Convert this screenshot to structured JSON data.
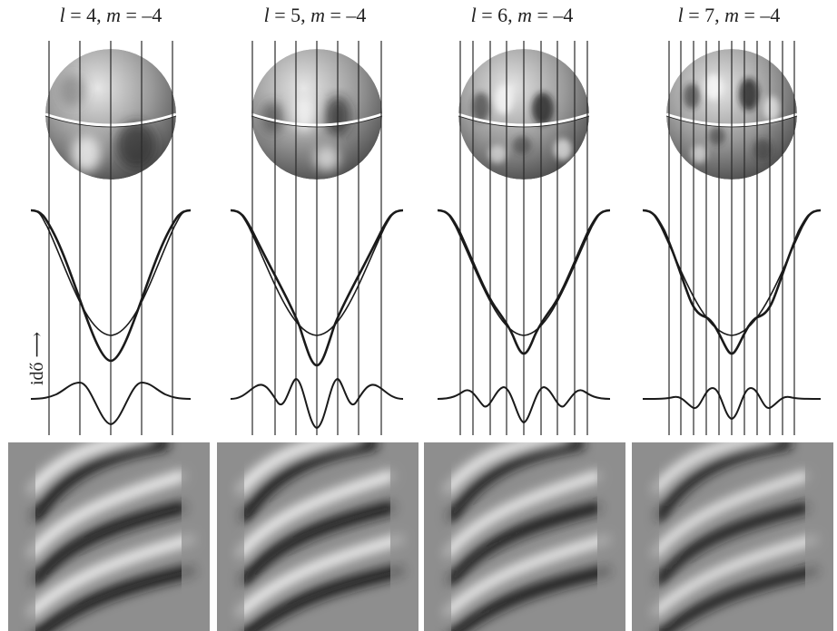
{
  "panels": [
    {
      "l_label": "l",
      "l_value": "= 4,",
      "m_label": "m",
      "m_value": "= –4"
    },
    {
      "l_label": "l",
      "l_value": "= 5,",
      "m_label": "m",
      "m_value": "= –4"
    },
    {
      "l_label": "l",
      "l_value": "= 6,",
      "m_label": "m",
      "m_value": "= –4"
    },
    {
      "l_label": "l",
      "l_value": "= 7,",
      "m_label": "m",
      "m_value": "= –4"
    }
  ],
  "axis": {
    "time_label": "idő",
    "arrow": "⟶"
  },
  "colors": {
    "curve": "#1a1a1a",
    "grid_line": "#2a2a2a",
    "sphere_base": "#8a8a8a",
    "stripe_bg": "#8e8e8e"
  }
}
